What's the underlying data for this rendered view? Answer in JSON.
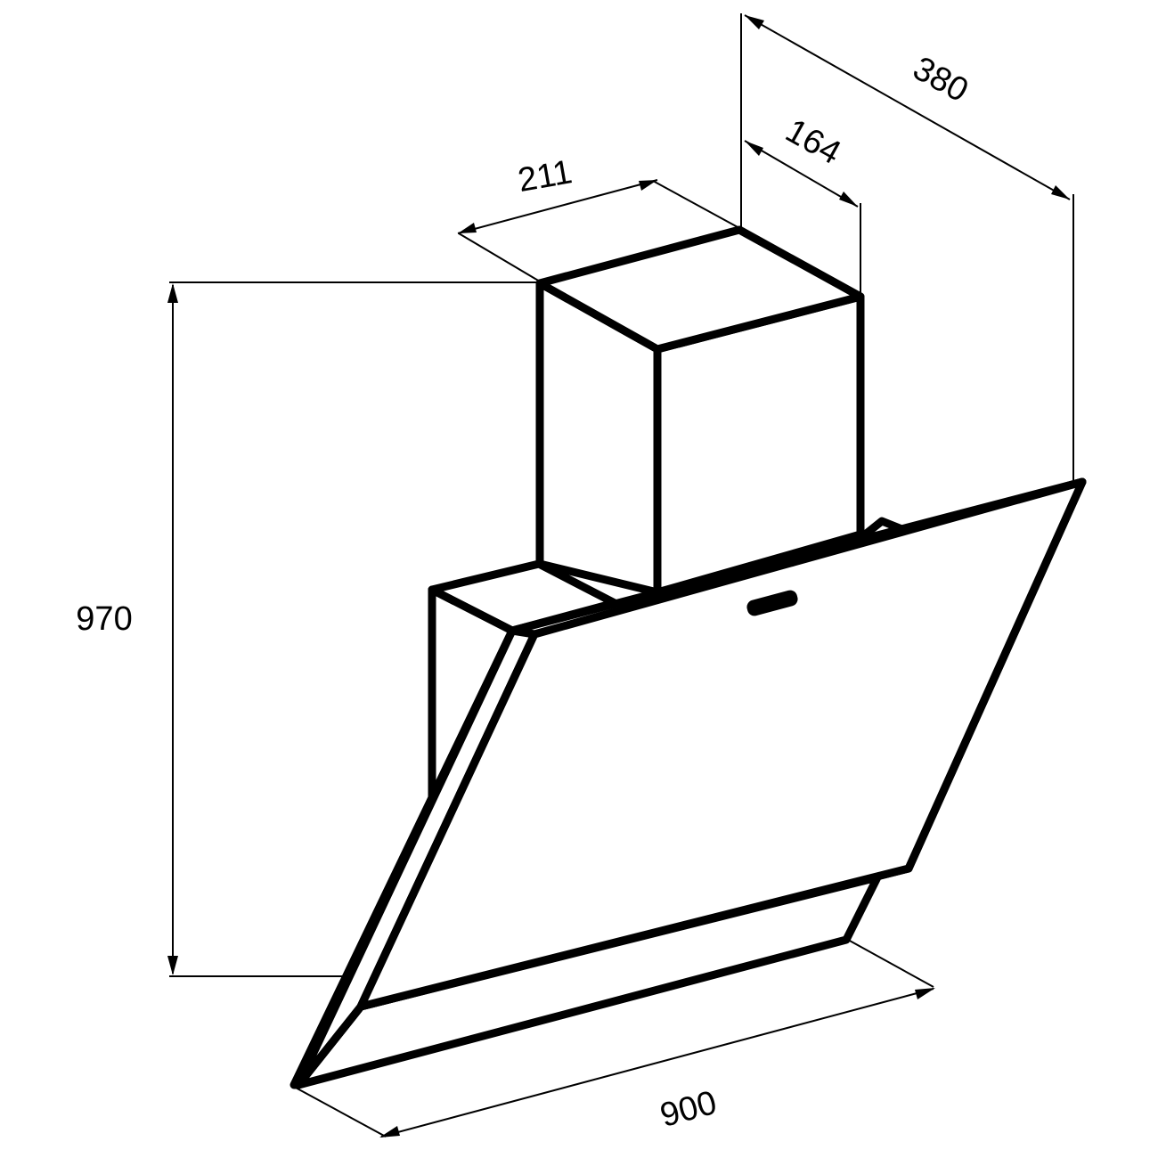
{
  "dimensions": {
    "depth_total": "380",
    "chimney_depth": "164",
    "chimney_width": "211",
    "height": "970",
    "width": "900"
  }
}
